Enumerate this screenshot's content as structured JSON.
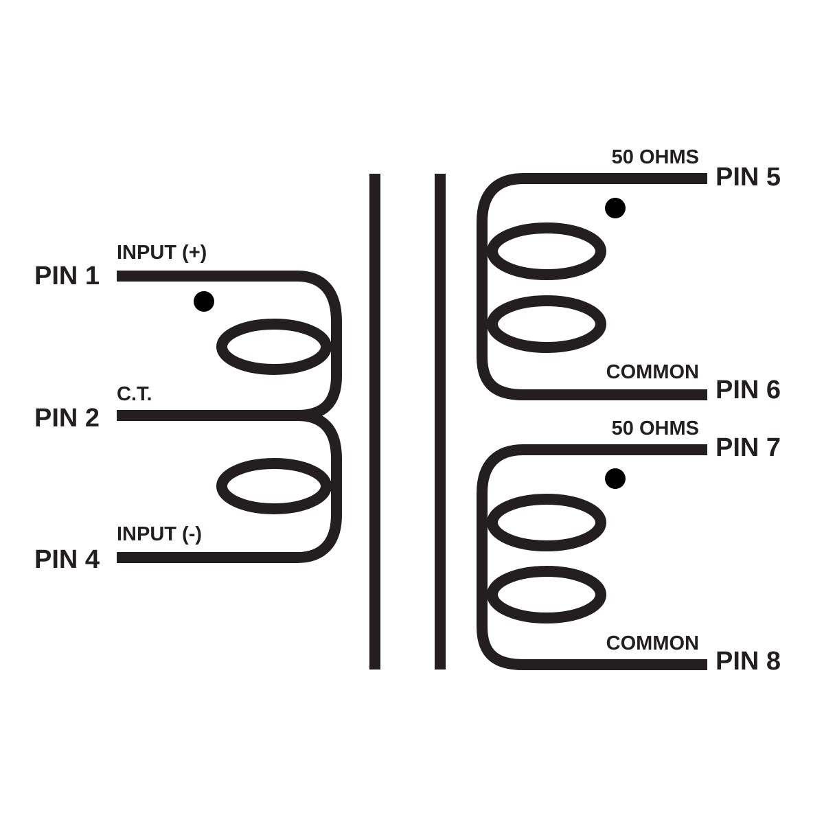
{
  "primary": {
    "pins": {
      "pin1": "PIN 1",
      "pin2": "PIN 2",
      "pin4": "PIN 4"
    },
    "labels": {
      "input_plus": "INPUT (+)",
      "center_tap": "C.T.",
      "input_minus": "INPUT (-)"
    }
  },
  "secondary_upper": {
    "pins": {
      "pin5": "PIN 5",
      "pin6": "PIN 6"
    },
    "labels": {
      "impedance": "50 OHMS",
      "common": "COMMON"
    }
  },
  "secondary_lower": {
    "pins": {
      "pin7": "PIN 7",
      "pin8": "PIN 8"
    },
    "labels": {
      "impedance": "50 OHMS",
      "common": "COMMON"
    }
  },
  "colors": {
    "ink": "#231f20",
    "background": "#ffffff"
  }
}
